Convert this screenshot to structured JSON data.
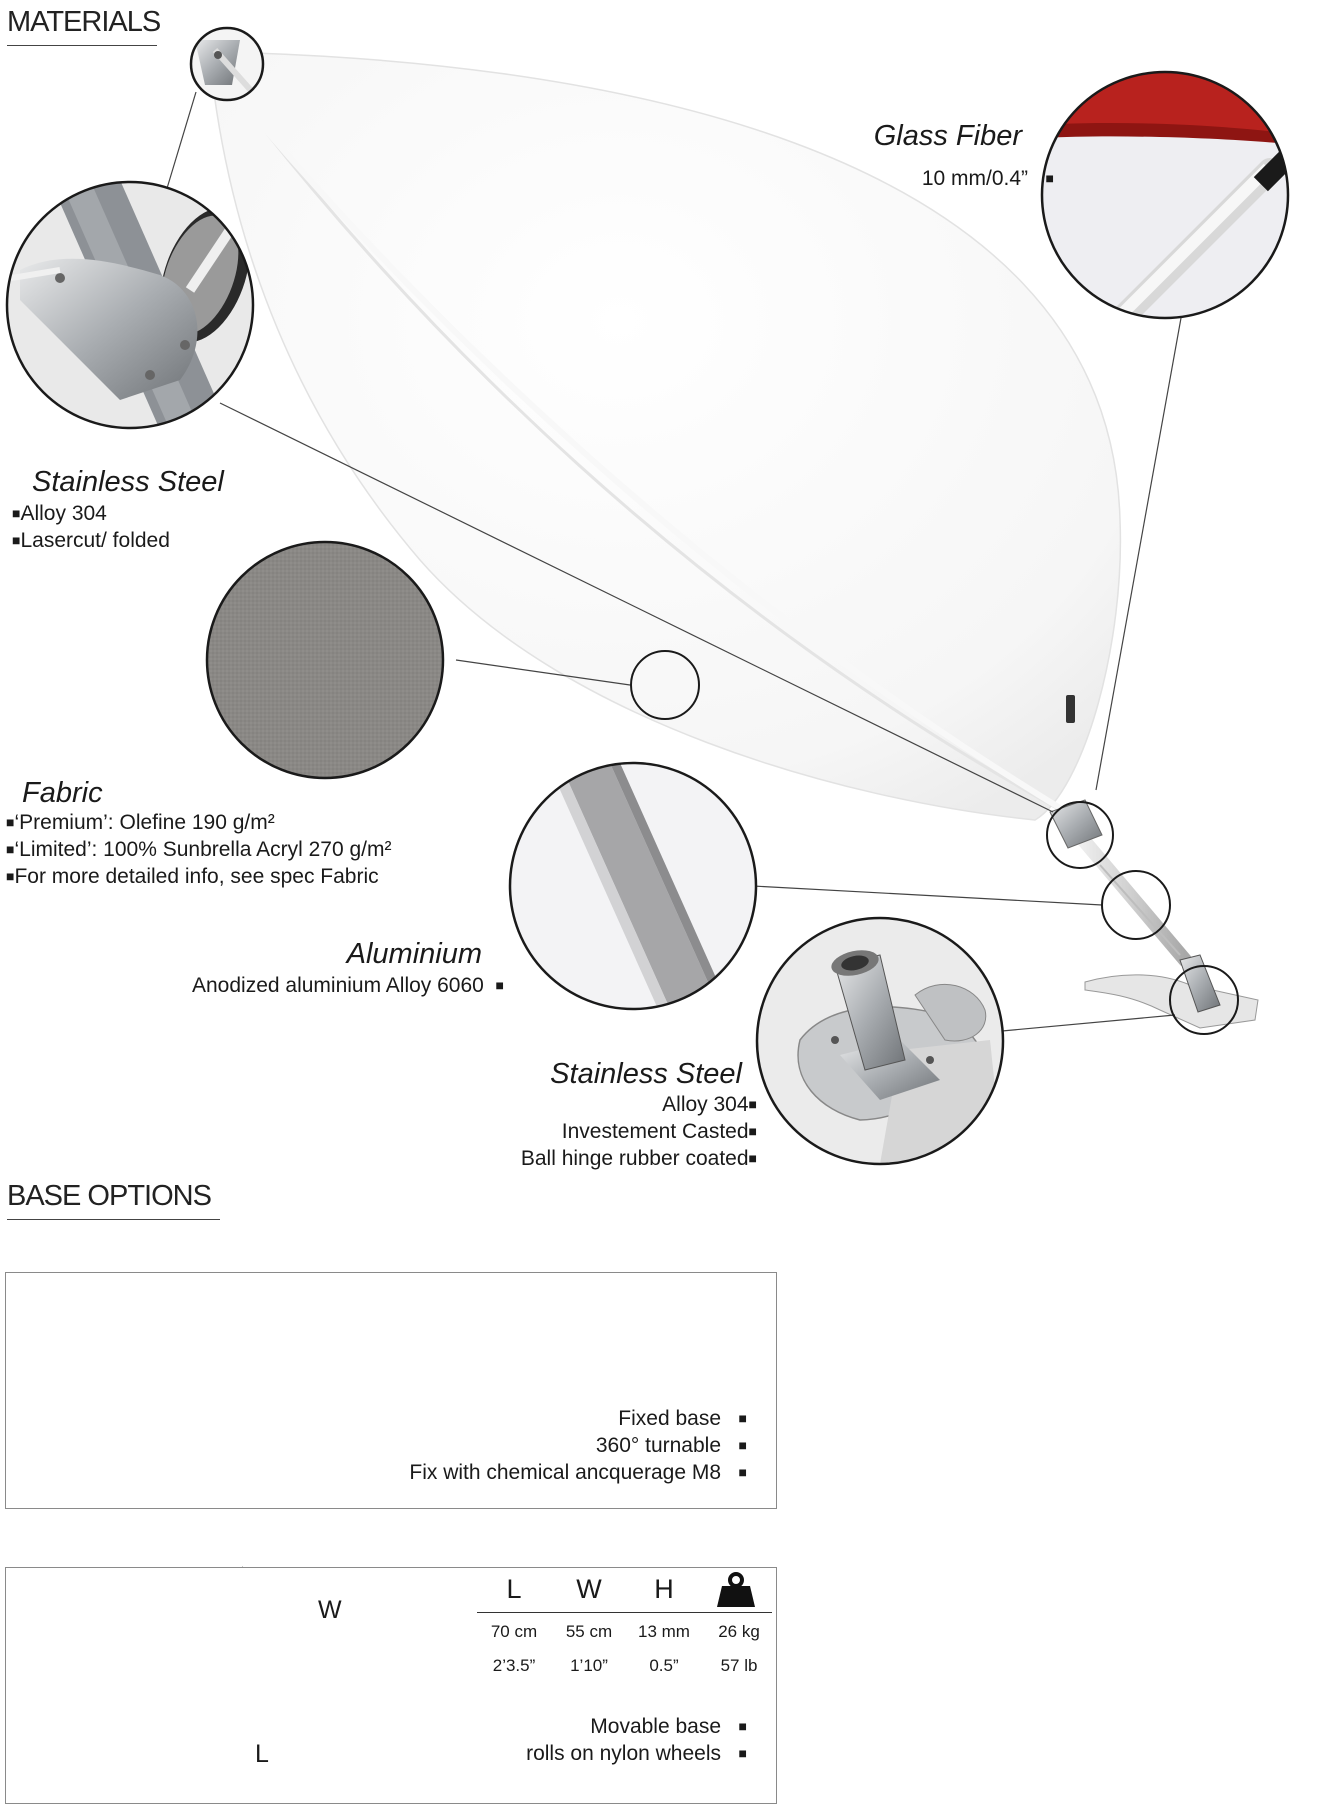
{
  "materials": {
    "section_title": "MATERIALS",
    "glass_fiber": {
      "title": "Glass Fiber",
      "lines": [
        "10 mm/0.4”"
      ]
    },
    "stainless_steel_top": {
      "title": "Stainless Steel",
      "lines": [
        "Alloy 304",
        "Lasercut/ folded"
      ]
    },
    "fabric": {
      "title": "Fabric",
      "lines": [
        "‘Premium’: Olefine 190 g/m²",
        "‘Limited’: 100% Sunbrella Acryl 270 g/m²",
        "For more detailed info, see spec Fabric"
      ]
    },
    "aluminium": {
      "title": "Aluminium",
      "lines": [
        "Anodized aluminium Alloy 6060"
      ]
    },
    "stainless_steel_bottom": {
      "title": "Stainless Steel",
      "lines": [
        "Alloy 304",
        "Investement Casted",
        "Ball hinge rubber coated"
      ]
    }
  },
  "base_options": {
    "section_title": "BASE OPTIONS",
    "fixed": {
      "lines": [
        "Fixed base",
        "360° turnable",
        "Fix with chemical ancquerage M8"
      ]
    },
    "movable": {
      "dim_labels": {
        "w": "W",
        "l": "L"
      },
      "headers": [
        "L",
        "W",
        "H"
      ],
      "weight_icon": "weight-icon",
      "rows": [
        [
          "70 cm",
          "55 cm",
          "13 mm",
          "26 kg"
        ],
        [
          "2’3.5”",
          "1’10”",
          "0.5”",
          "57 lb"
        ]
      ],
      "lines": [
        "Movable base",
        "rolls on nylon wheels"
      ]
    }
  },
  "colors": {
    "fabric_grey": "#8a8885",
    "glass_fiber_red": "#b8221e",
    "steel": "#b5b8bb",
    "panel_grey": "#c9c9c9"
  }
}
